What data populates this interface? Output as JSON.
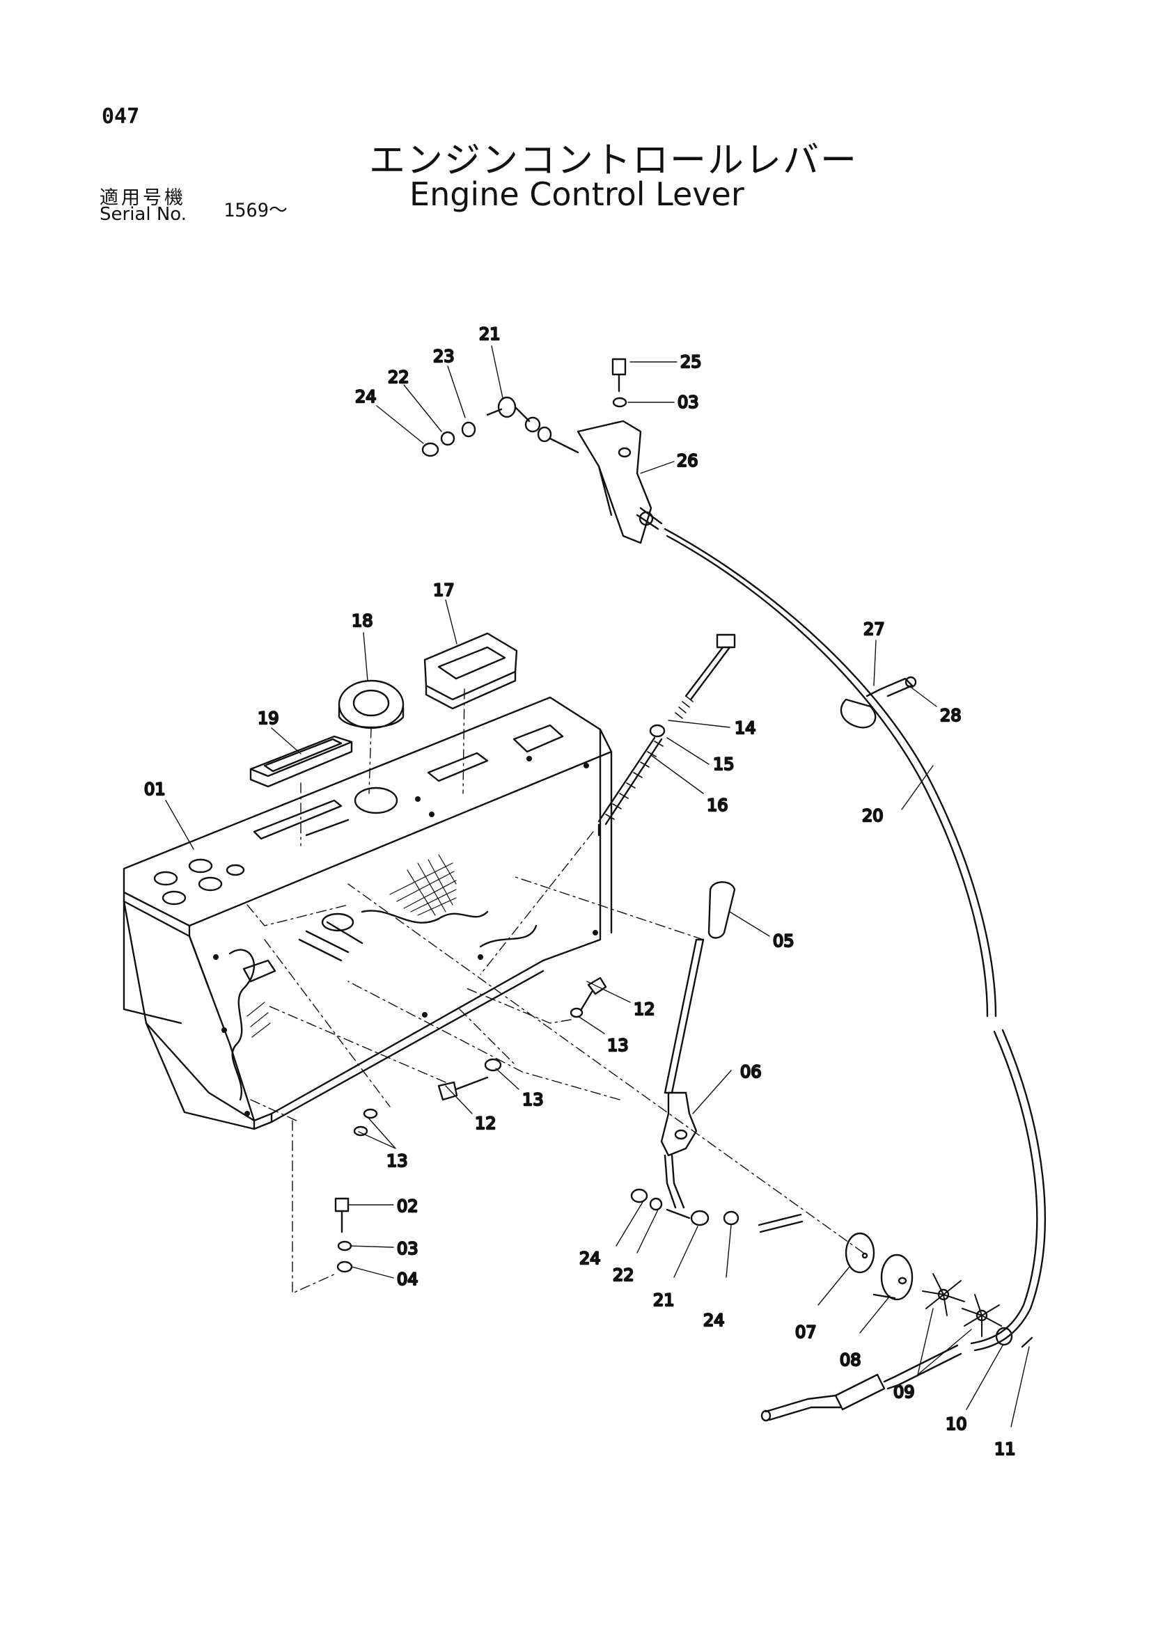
{
  "header": {
    "page_number": "047",
    "title_jp": "エンジンコントロールレバー",
    "title_en": "Engine Control Lever",
    "serial_label_jp": "適用号機",
    "serial_label_en": "Serial No.",
    "serial_value": "1569～"
  },
  "callouts": [
    {
      "id": "c-21-top",
      "label": "21"
    },
    {
      "id": "c-23-top",
      "label": "23"
    },
    {
      "id": "c-22-top",
      "label": "22"
    },
    {
      "id": "c-24-top",
      "label": "24"
    },
    {
      "id": "c-25",
      "label": "25"
    },
    {
      "id": "c-03-top",
      "label": "03"
    },
    {
      "id": "c-26",
      "label": "26"
    },
    {
      "id": "c-17",
      "label": "17"
    },
    {
      "id": "c-18",
      "label": "18"
    },
    {
      "id": "c-19",
      "label": "19"
    },
    {
      "id": "c-01",
      "label": "01"
    },
    {
      "id": "c-27",
      "label": "27"
    },
    {
      "id": "c-28",
      "label": "28"
    },
    {
      "id": "c-14",
      "label": "14"
    },
    {
      "id": "c-15",
      "label": "15"
    },
    {
      "id": "c-16",
      "label": "16"
    },
    {
      "id": "c-20",
      "label": "20"
    },
    {
      "id": "c-05",
      "label": "05"
    },
    {
      "id": "c-12-upper",
      "label": "12"
    },
    {
      "id": "c-13-upper",
      "label": "13"
    },
    {
      "id": "c-13-mid",
      "label": "13"
    },
    {
      "id": "c-12-lower",
      "label": "12"
    },
    {
      "id": "c-13-lower",
      "label": "13"
    },
    {
      "id": "c-06",
      "label": "06"
    },
    {
      "id": "c-02",
      "label": "02"
    },
    {
      "id": "c-03-bottom",
      "label": "03"
    },
    {
      "id": "c-04",
      "label": "04"
    },
    {
      "id": "c-24-bottom-left",
      "label": "24"
    },
    {
      "id": "c-22-bottom",
      "label": "22"
    },
    {
      "id": "c-21-bottom",
      "label": "21"
    },
    {
      "id": "c-24-bottom-right",
      "label": "24"
    },
    {
      "id": "c-07",
      "label": "07"
    },
    {
      "id": "c-08",
      "label": "08"
    },
    {
      "id": "c-09",
      "label": "09"
    },
    {
      "id": "c-10",
      "label": "10"
    },
    {
      "id": "c-11",
      "label": "11"
    }
  ]
}
